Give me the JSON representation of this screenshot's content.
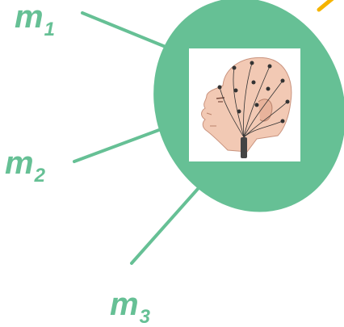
{
  "colors": {
    "node": "#66c095",
    "edge": "#66c095",
    "label": "#66c095",
    "accent_arrow": "#f5b400"
  },
  "labels": {
    "m1": {
      "base": "m",
      "sub": "1"
    },
    "m2": {
      "base": "m",
      "sub": "2"
    },
    "m3": {
      "base": "m",
      "sub": "3"
    }
  },
  "icons": {
    "center_image": "eeg-electrode-cap-head-icon"
  }
}
